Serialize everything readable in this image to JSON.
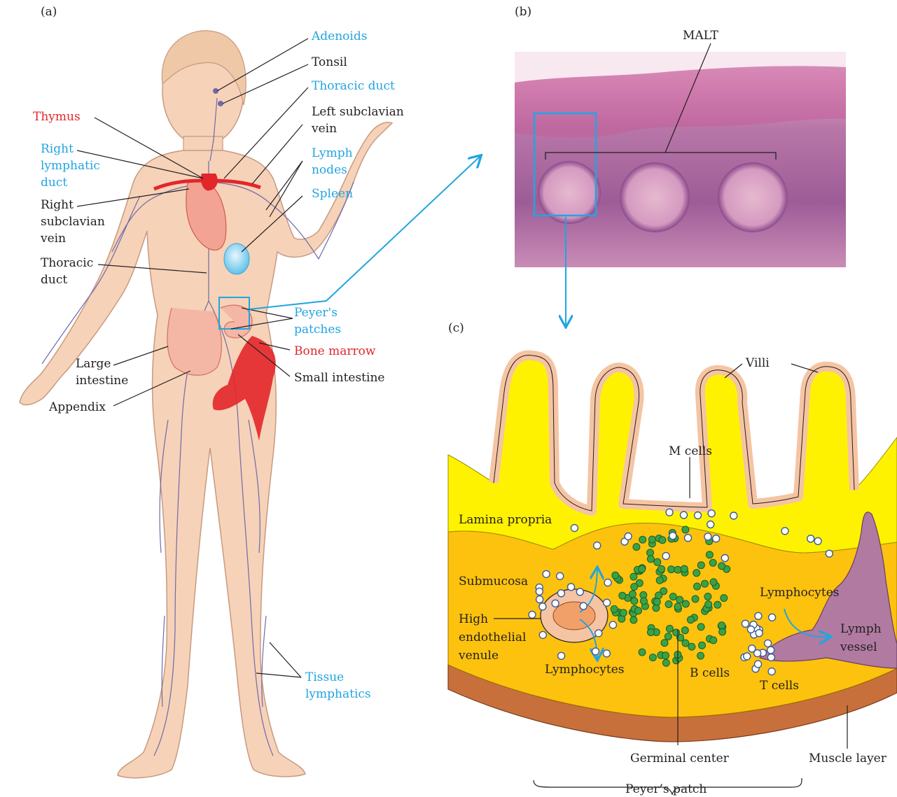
{
  "panels": {
    "a": "(a)",
    "b": "(b)",
    "c": "(c)"
  },
  "colors": {
    "blue_label": "#21a5e1",
    "red_label": "#e3262a",
    "skin": "#f6d2b8",
    "vessel": "#6f6aa8",
    "lamina": "#fff200",
    "submucosa": "#fdc20e",
    "muscle": "#c8703c",
    "b_cell": "#3aa246",
    "lymph_vessel": "#b07aa1"
  },
  "body_labels": {
    "adenoids": "Adenoids",
    "tonsil": "Tonsil",
    "thoracic_duct_top": "Thoracic duct",
    "left_subclavian_1": "Left subclavian",
    "left_subclavian_2": "vein",
    "thymus": "Thymus",
    "right_lymphatic_1": "Right",
    "right_lymphatic_2": "lymphatic",
    "right_lymphatic_3": "duct",
    "lymph_nodes_1": "Lymph",
    "lymph_nodes_2": "nodes",
    "spleen": "Spleen",
    "right_subclavian_1": "Right",
    "right_subclavian_2": "subclavian",
    "right_subclavian_3": "vein",
    "thoracic_duct_1": "Thoracic",
    "thoracic_duct_2": "duct",
    "peyers_1": "Peyer's",
    "peyers_2": "patches",
    "bone_marrow": "Bone marrow",
    "large_intestine_1": "Large",
    "large_intestine_2": "intestine",
    "small_intestine": "Small intestine",
    "appendix": "Appendix",
    "tissue_lymphatics_1": "Tissue",
    "tissue_lymphatics_2": "lymphatics"
  },
  "micrograph_labels": {
    "malt": "MALT"
  },
  "patch_labels": {
    "villi": "Villi",
    "m_cells": "M cells",
    "lamina_propria": "Lamina propria",
    "submucosa": "Submucosa",
    "hev_1": "High",
    "hev_2": "endothelial",
    "hev_3": "venule",
    "lymphocytes_left": "Lymphocytes",
    "lymphocytes_right": "Lymphocytes",
    "lymph_vessel_1": "Lymph",
    "lymph_vessel_2": "vessel",
    "b_cells": "B cells",
    "t_cells": "T cells",
    "germinal_center": "Germinal center",
    "muscle_layer": "Muscle layer",
    "peyers_patch": "Peyer’s patch"
  }
}
